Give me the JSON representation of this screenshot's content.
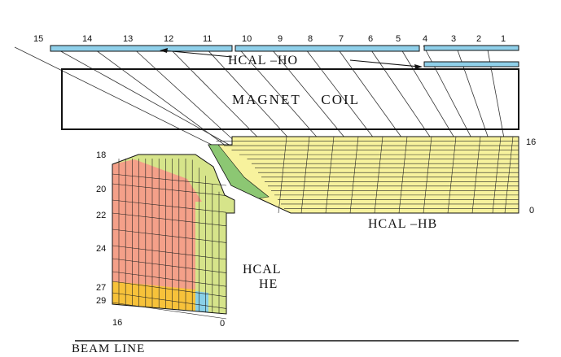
{
  "colors": {
    "hb_fill": "#f7f29d",
    "he_yellow": "#d6e48a",
    "he_red": "#f4a089",
    "he_orange": "#f7c23a",
    "he_blue": "#89d0e8",
    "ho_fill": "#8fd0ea",
    "green_wedge": "#8cc773",
    "line": "#111111"
  },
  "labels": {
    "hcal_ho": "HCAL –HO",
    "magnet_coil": "MAGNET    COIL",
    "hcal_hb": "HCAL –HB",
    "hcal_he_line1": "HCAL",
    "hcal_he_line2": "HE",
    "beam_line": "BEAM LINE"
  },
  "tower_numbers_top": [
    "15",
    "14",
    "13",
    "12",
    "11",
    "10",
    "9",
    "8",
    "7",
    "6",
    "5",
    "4",
    "3",
    "2",
    "1"
  ],
  "hb_depth_labels": {
    "top": "16",
    "bottom": "0"
  },
  "he_ring_labels": [
    "18",
    "20",
    "22",
    "24",
    "27",
    "29"
  ],
  "he_bottom_labels": {
    "left": "16",
    "right": "0"
  }
}
